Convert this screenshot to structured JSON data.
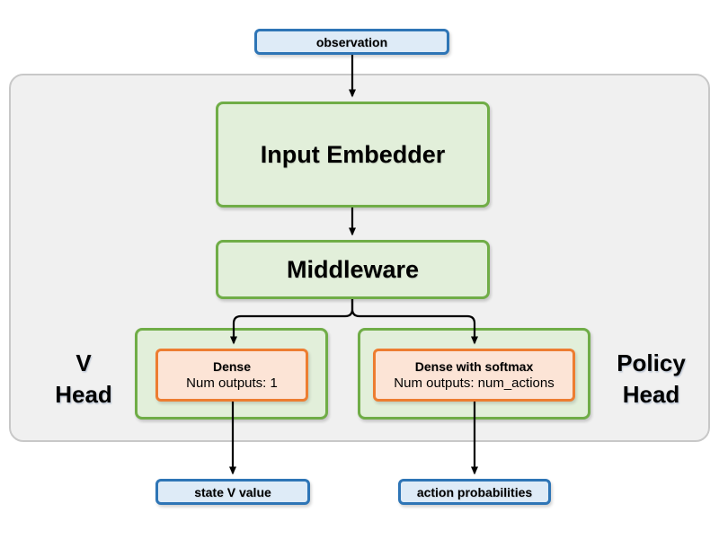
{
  "diagram": {
    "input_node": {
      "label": "observation"
    },
    "blocks": {
      "input_embedder": {
        "label": "Input Embedder"
      },
      "middleware": {
        "label": "Middleware"
      }
    },
    "heads": {
      "v_head": {
        "label_line1": "V",
        "label_line2": "Head",
        "layer": {
          "title": "Dense",
          "subtitle": "Num outputs: 1"
        },
        "output": {
          "label": "state V value"
        }
      },
      "policy_head": {
        "label_line1": "Policy",
        "label_line2": "Head",
        "layer": {
          "title": "Dense with softmax",
          "subtitle": "Num outputs: num_actions"
        },
        "output": {
          "label": "action probabilities"
        }
      }
    },
    "colors": {
      "io_border": "#2E75B6",
      "io_fill": "#DEEBF7",
      "block_border": "#70AD47",
      "block_fill": "#E2EFDA",
      "layer_border": "#ED7D31",
      "layer_fill": "#FCE4D6",
      "container_fill": "#F0F0F0",
      "container_border": "#C8C8C8",
      "arrow": "#000000"
    }
  }
}
